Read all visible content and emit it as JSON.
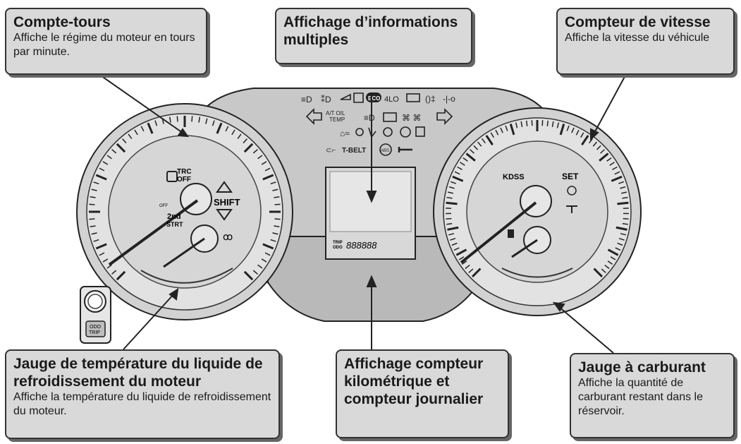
{
  "callouts": {
    "tachometer": {
      "title": "Compte-tours",
      "description": "Affiche le régime du moteur en tours par minute."
    },
    "multi_info": {
      "title": "Affichage d’informations multiples"
    },
    "speedometer": {
      "title": "Compteur de vitesse",
      "description": "Affiche la vitesse du véhicule"
    },
    "coolant_temp": {
      "title": "Jauge de température du liquide de refroidissement du moteur",
      "description": "Affiche la température du liquide de refroidissement du moteur."
    },
    "odometer": {
      "title": "Affichage compteur kilométrique et compteur journalier"
    },
    "fuel": {
      "title": "Jauge à carburant",
      "description": "Affiche la quantité de carburant restant dans le réservoir."
    }
  },
  "cluster_labels": {
    "trc_off_1": "TRC",
    "trc_off_2": "OFF",
    "shift": "SHIFT",
    "start_2nd_1": "2nd",
    "start_2nd_2": "STRT",
    "vsc_off": "OFF",
    "kdss": "KDSS",
    "set": "SET",
    "at_oil_1": "A/T OIL",
    "at_oil_2": "TEMP",
    "four_lo": "4LO",
    "eco": "ECO",
    "t_belt": "T-BELT",
    "abs": "ABS",
    "trip_odo_1": "TRIP",
    "trip_odo_2": "ODO",
    "odo_digits": "888888",
    "odo_button_1": "ODO",
    "odo_button_2": "TRIP"
  },
  "colors": {
    "callout_fill": "#d9d9d9",
    "callout_border": "#333333",
    "cluster_fill": "#c8c8c8",
    "dial_face": "#dcdcdc",
    "outline": "#222222"
  },
  "icons": [
    "high-beam-icon",
    "rear-fog-icon",
    "slip-indicator-icon",
    "low-fuel-icon",
    "check-engine-icon",
    "four-wheel-drive-icon",
    "turn-signal-left-icon",
    "turn-signal-right-icon",
    "headlight-icon",
    "battery-icon",
    "oil-pressure-icon",
    "seatbelt-icon",
    "airbag-icon",
    "brake-warning-icon",
    "tire-pressure-icon",
    "door-open-icon",
    "key-icon",
    "wrench-icon",
    "fuel-pump-icon",
    "cruise-control-icon",
    "glow-plug-icon"
  ]
}
